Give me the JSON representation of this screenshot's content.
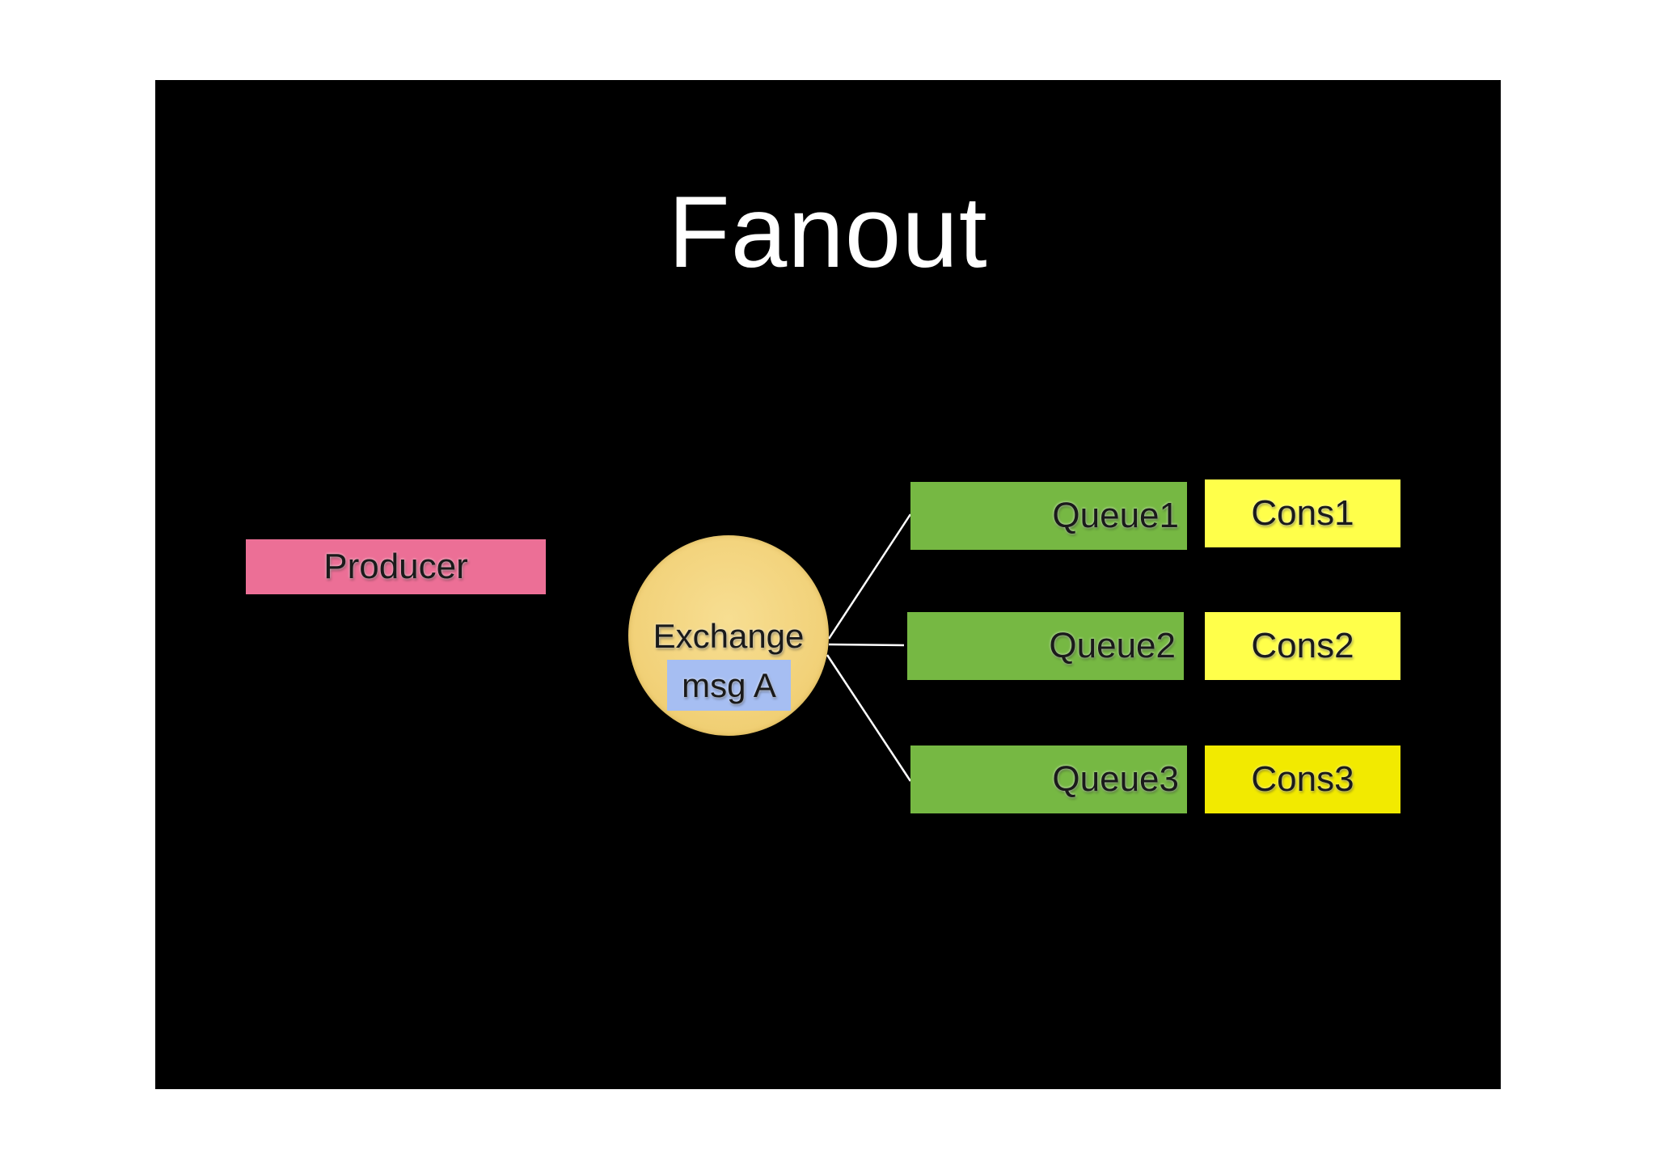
{
  "slide": {
    "title": "Fanout"
  },
  "producer": {
    "label": "Producer",
    "color": "#EC6F96"
  },
  "exchange": {
    "label": "Exchange",
    "message": "msg A",
    "color": "#F2D27A",
    "message_color": "#A6BEF2"
  },
  "queues": [
    {
      "label": "Queue1",
      "color": "#76B843"
    },
    {
      "label": "Queue2",
      "color": "#76B843"
    },
    {
      "label": "Queue3",
      "color": "#76B843"
    }
  ],
  "consumers": [
    {
      "label": "Cons1",
      "color": "#FFFF4A"
    },
    {
      "label": "Cons2",
      "color": "#FFFF4A"
    },
    {
      "label": "Cons3",
      "color": "#F2EA00"
    }
  ],
  "colors": {
    "page_background": "#FFFFFF",
    "slide_background": "#000000",
    "title": "#FFFFFF",
    "connector": "#FFFFFF"
  }
}
